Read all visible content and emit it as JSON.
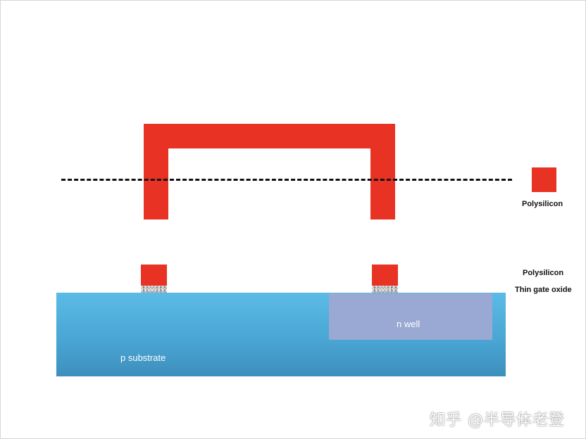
{
  "legend": {
    "polysilicon_label": "Polysilicon"
  },
  "cross_section": {
    "polysilicon_label": "Polysilicon",
    "oxide_label": "Thin gate oxide",
    "nwell_label": "n well",
    "substrate_label": "p substrate"
  },
  "watermark": "知乎 @半导体老登",
  "colors": {
    "polysilicon": "#e83224",
    "substrate": "#4aa6d4",
    "nwell": "#9aa9d3",
    "oxide": "#b9b9b9"
  }
}
